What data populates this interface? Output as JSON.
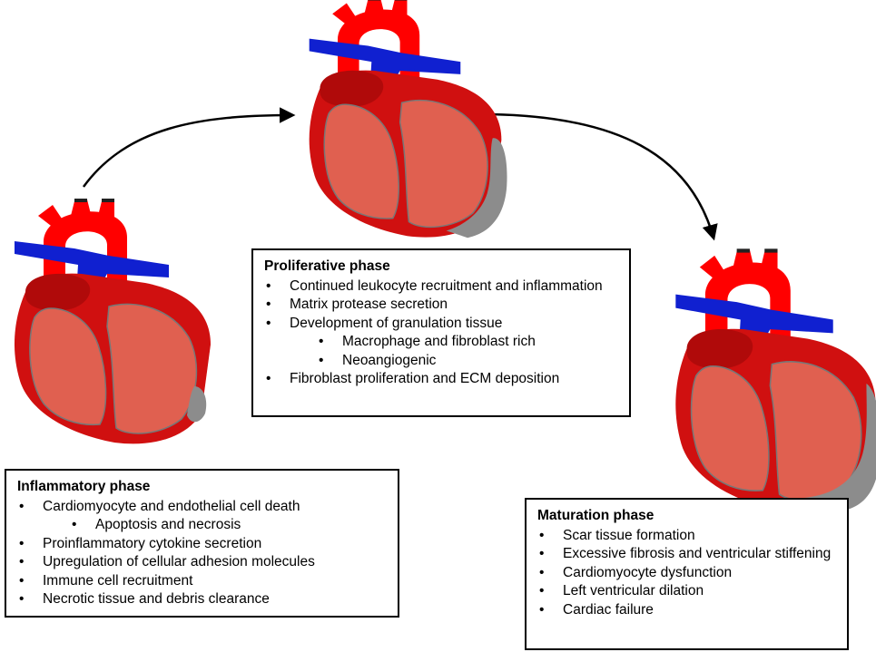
{
  "phases": {
    "inflammatory": {
      "title": "Inflammatory phase",
      "items": [
        "Cardiomyocyte and endothelial cell death",
        "Apoptosis and necrosis",
        "Proinflammatory cytokine secretion",
        "Upregulation of cellular adhesion molecules",
        "Immune cell recruitment",
        "Necrotic tissue and debris clearance"
      ]
    },
    "proliferative": {
      "title": "Proliferative phase",
      "items": [
        "Continued leukocyte recruitment and inflammation",
        "Matrix protease secretion",
        "Development of granulation tissue",
        "Macrophage and fibroblast rich",
        "Neoangiogenic",
        "Fibroblast proliferation and ECM deposition"
      ]
    },
    "maturation": {
      "title": "Maturation phase",
      "items": [
        "Scar tissue formation",
        "Excessive fibrosis and ventricular stiffening",
        "Cardiomyocyte dysfunction",
        "Left ventricular dilation",
        "Cardiac failure"
      ]
    }
  },
  "colors": {
    "aorta": "#ff0000",
    "vein": "#1020d0",
    "heart_body": "#d01010",
    "atrium": "#b00a0a",
    "chamber": "#e06050",
    "scar": "#8c8c8c",
    "arrow": "#000000"
  }
}
